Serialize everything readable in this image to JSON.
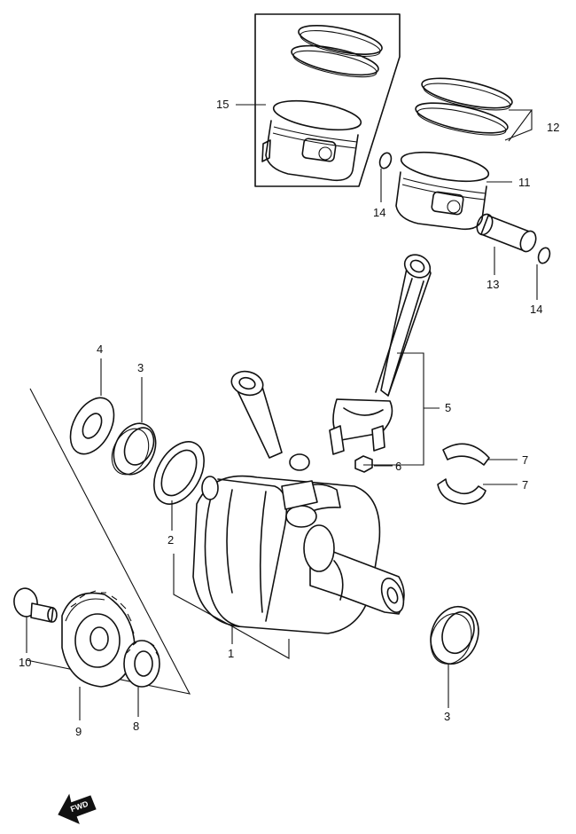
{
  "diagram": {
    "callouts": {
      "c1": "1",
      "c2": "2",
      "c3a": "3",
      "c3b": "3",
      "c4": "4",
      "c5": "5",
      "c6": "6",
      "c7a": "7",
      "c7b": "7",
      "c8": "8",
      "c9": "9",
      "c10": "10",
      "c11": "11",
      "c12": "12",
      "c13": "13",
      "c14a": "14",
      "c14b": "14",
      "c15": "15"
    },
    "fwd_label": "FWD"
  }
}
